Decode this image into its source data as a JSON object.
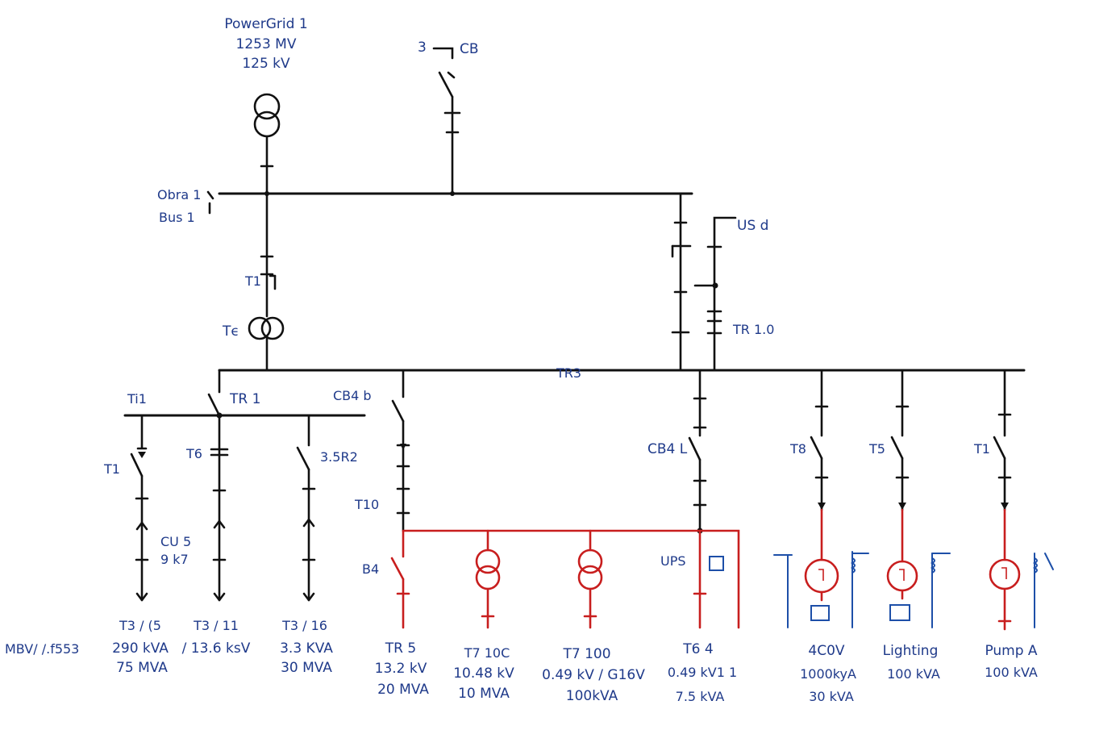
{
  "colors": {
    "ink": "#111111",
    "label": "#1f3a8a",
    "feeder": "#c81e1e",
    "meter": "#1d4fa8"
  },
  "source": {
    "name": "PowerGrid 1",
    "power": "1253 MV",
    "voltage": "125 kV"
  },
  "top_breaker": {
    "label_a": "3",
    "label_b": "CB"
  },
  "bus1": {
    "label_a": "Obra 1",
    "label_b": "Bus 1"
  },
  "t1": {
    "label": "T1",
    "trafo_label": "Tϵ"
  },
  "ups_tap": {
    "label": "US d",
    "trafo_label": "TR 1.0"
  },
  "bus3": {
    "label": "TR3"
  },
  "left_group": {
    "bus_label": "Ti1",
    "breaker_label": "TR 1",
    "cb_label": "CB4 b",
    "feeders": [
      {
        "tag": "T1",
        "title": "T3 / (5",
        "line1": "290 kVA",
        "line2": "75 MVA"
      },
      {
        "tag": "T6",
        "title": "T3 / 11",
        "line1": "/ 13.6 ksV",
        "line2": ""
      },
      {
        "tag": "3.5R2",
        "title": "T3 / 16",
        "line1": "3.3 KVA",
        "line2": "30 MVA"
      }
    ],
    "cu_label_a": "CU 5",
    "cu_label_b": "9 k7",
    "side_note": "MBV/ /.f553"
  },
  "red_section": {
    "t10_label": "T10",
    "b4_label": "B4",
    "ups_label": "UPS",
    "cb4l_label": "CB4 L",
    "loads": [
      {
        "title": "TR 5",
        "line1": "13.2 kV",
        "line2": "20 MVA"
      },
      {
        "title": "T7 10C",
        "line1": "10.48 kV",
        "line2": "10 MVA"
      },
      {
        "title": "T7 100",
        "line1": "0.49 kV / G16V",
        "line2": "100kVA"
      },
      {
        "title": "T6 4",
        "line1": "0.49 kV1 1",
        "line2": "7.5 kVA"
      }
    ]
  },
  "motor_feeders": [
    {
      "tag": "T8",
      "title": "4C0V",
      "line1": "1000kyA",
      "line2": "30 kVA"
    },
    {
      "tag": "T5",
      "title": "Lighting",
      "line1": "100 kVA",
      "line2": ""
    },
    {
      "tag": "T1",
      "title": "Pump A",
      "line1": "100 kVA",
      "line2": ""
    }
  ]
}
